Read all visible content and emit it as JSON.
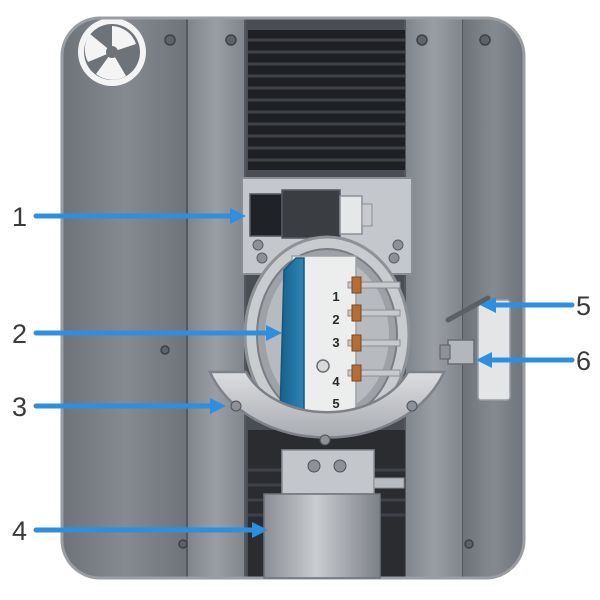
{
  "callouts": [
    {
      "label": "1"
    },
    {
      "label": "2"
    },
    {
      "label": "3"
    },
    {
      "label": "4"
    },
    {
      "label": "5"
    },
    {
      "label": "6"
    }
  ],
  "slot_numbers": [
    "1",
    "2",
    "3",
    "4",
    "5"
  ],
  "colors": {
    "arrow": "#2d8fe0",
    "housing": "#7a7f86",
    "rail": "#8b8f95",
    "cartridge_blue": "#1f6f9e"
  }
}
